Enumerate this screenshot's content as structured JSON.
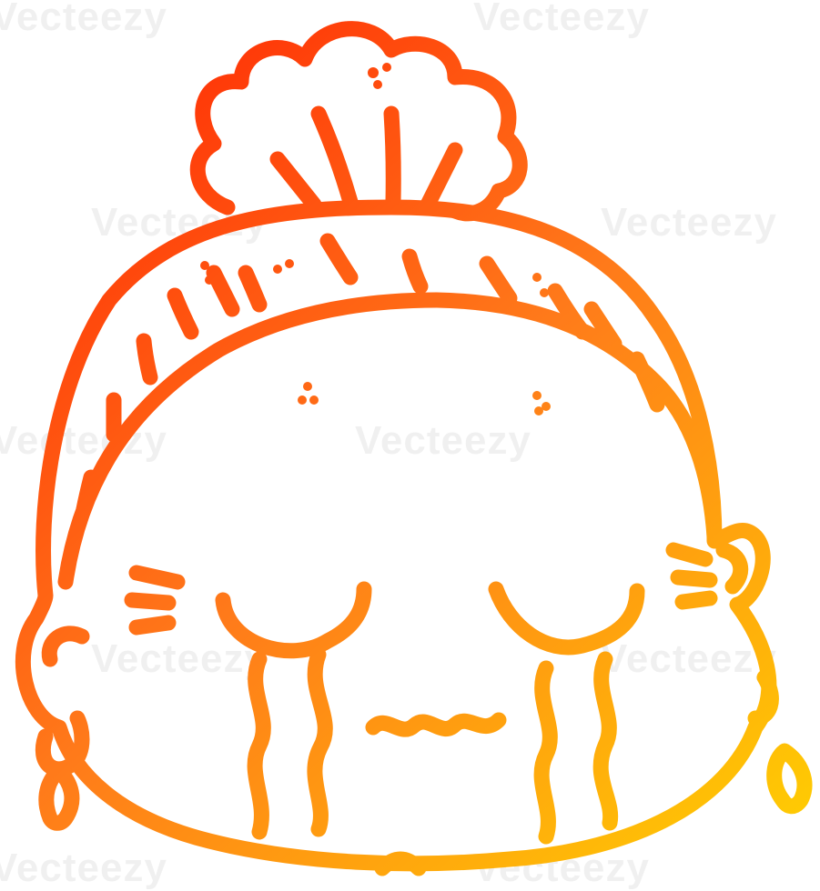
{
  "watermark": {
    "text": "Vecteezy",
    "repeats": [
      "Vecteezy",
      "Vecteezy",
      "Vecteezy",
      "Vecteezy",
      "Vecteezy",
      "Vecteezy",
      "Vecteezy",
      "Vecteezy",
      "Vecteezy",
      "Vecteezy"
    ]
  },
  "illustration": {
    "gradient_start_color": "#ff1a00",
    "gradient_mid_color": "#ff7a1a",
    "gradient_end_color": "#ffd400",
    "background_color": "#ffffff"
  }
}
